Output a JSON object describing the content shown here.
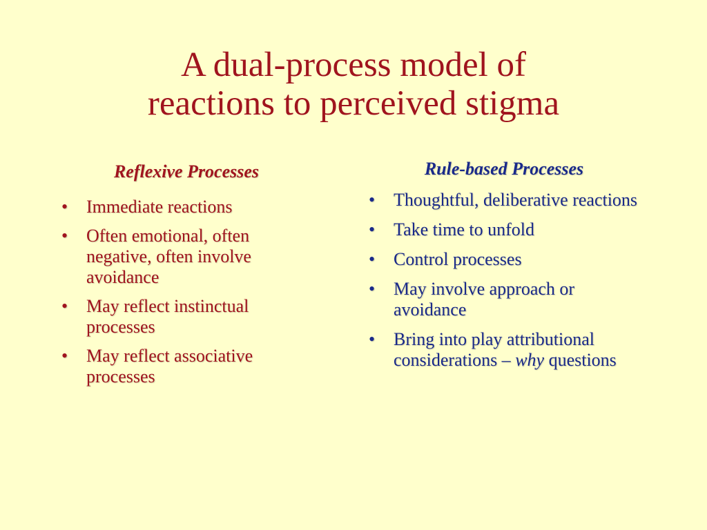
{
  "slide": {
    "title_line1": "A dual-process model of",
    "title_line2": "reactions to perceived stigma"
  },
  "left": {
    "heading": "Reflexive Processes",
    "items": [
      "Immediate reactions",
      "Often emotional, often negative, often involve avoidance",
      "May reflect instinctual processes",
      "May reflect associative processes"
    ]
  },
  "right": {
    "heading": "Rule-based Processes",
    "items": [
      "Thoughtful, deliberative reactions",
      "Take time to unfold",
      "Control processes",
      "May involve approach or avoidance"
    ],
    "last_item_prefix": "Bring into play attributional considerations – ",
    "last_item_emphasis": "why",
    "last_item_suffix": " questions"
  },
  "bullet_glyph": "•",
  "colors": {
    "background": "#ffffcc",
    "title": "#a0141e",
    "left_text": "#a0141e",
    "right_text": "#1a2a8a"
  }
}
